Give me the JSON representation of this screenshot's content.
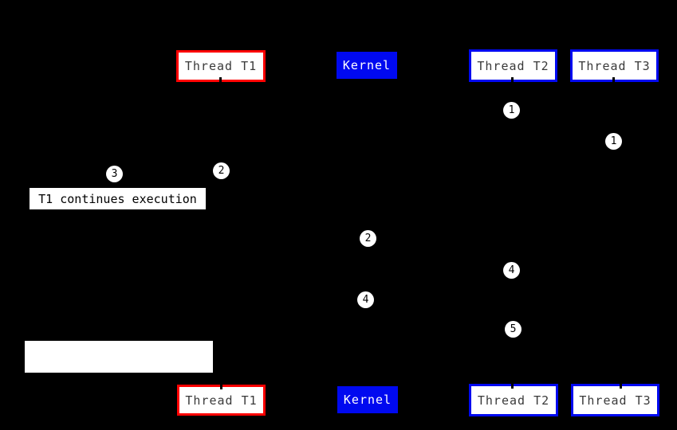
{
  "diagram": {
    "background_color": "#000000",
    "colors": {
      "thread_t1_border": "#ff0000",
      "thread_t2_t3_border": "#0009f0",
      "kernel_fill": "#0009f0",
      "box_fill": "#ffffff",
      "thread_text": "#3a3a3a",
      "kernel_text": "#ffffff",
      "circle_fill": "#ffffff",
      "circle_text": "#000000"
    },
    "top_row": {
      "thread_t1": "Thread T1",
      "kernel": "Kernel",
      "thread_t2": "Thread T2",
      "thread_t3": "Thread T3"
    },
    "bottom_row": {
      "thread_t1": "Thread T1",
      "kernel": "Kernel",
      "thread_t2": "Thread T2",
      "thread_t3": "Thread T3"
    },
    "annotations": {
      "t1_continues": "T1 continues execution"
    },
    "step_markers": {
      "step1_thread_t2": "1",
      "step1_thread_t3": "1",
      "step2_thread_t1": "2",
      "step3_thread_t1": "3",
      "step2_kernel": "2",
      "step4_thread_t2": "4",
      "step4_kernel": "4",
      "step5_thread_t2": "5"
    }
  }
}
